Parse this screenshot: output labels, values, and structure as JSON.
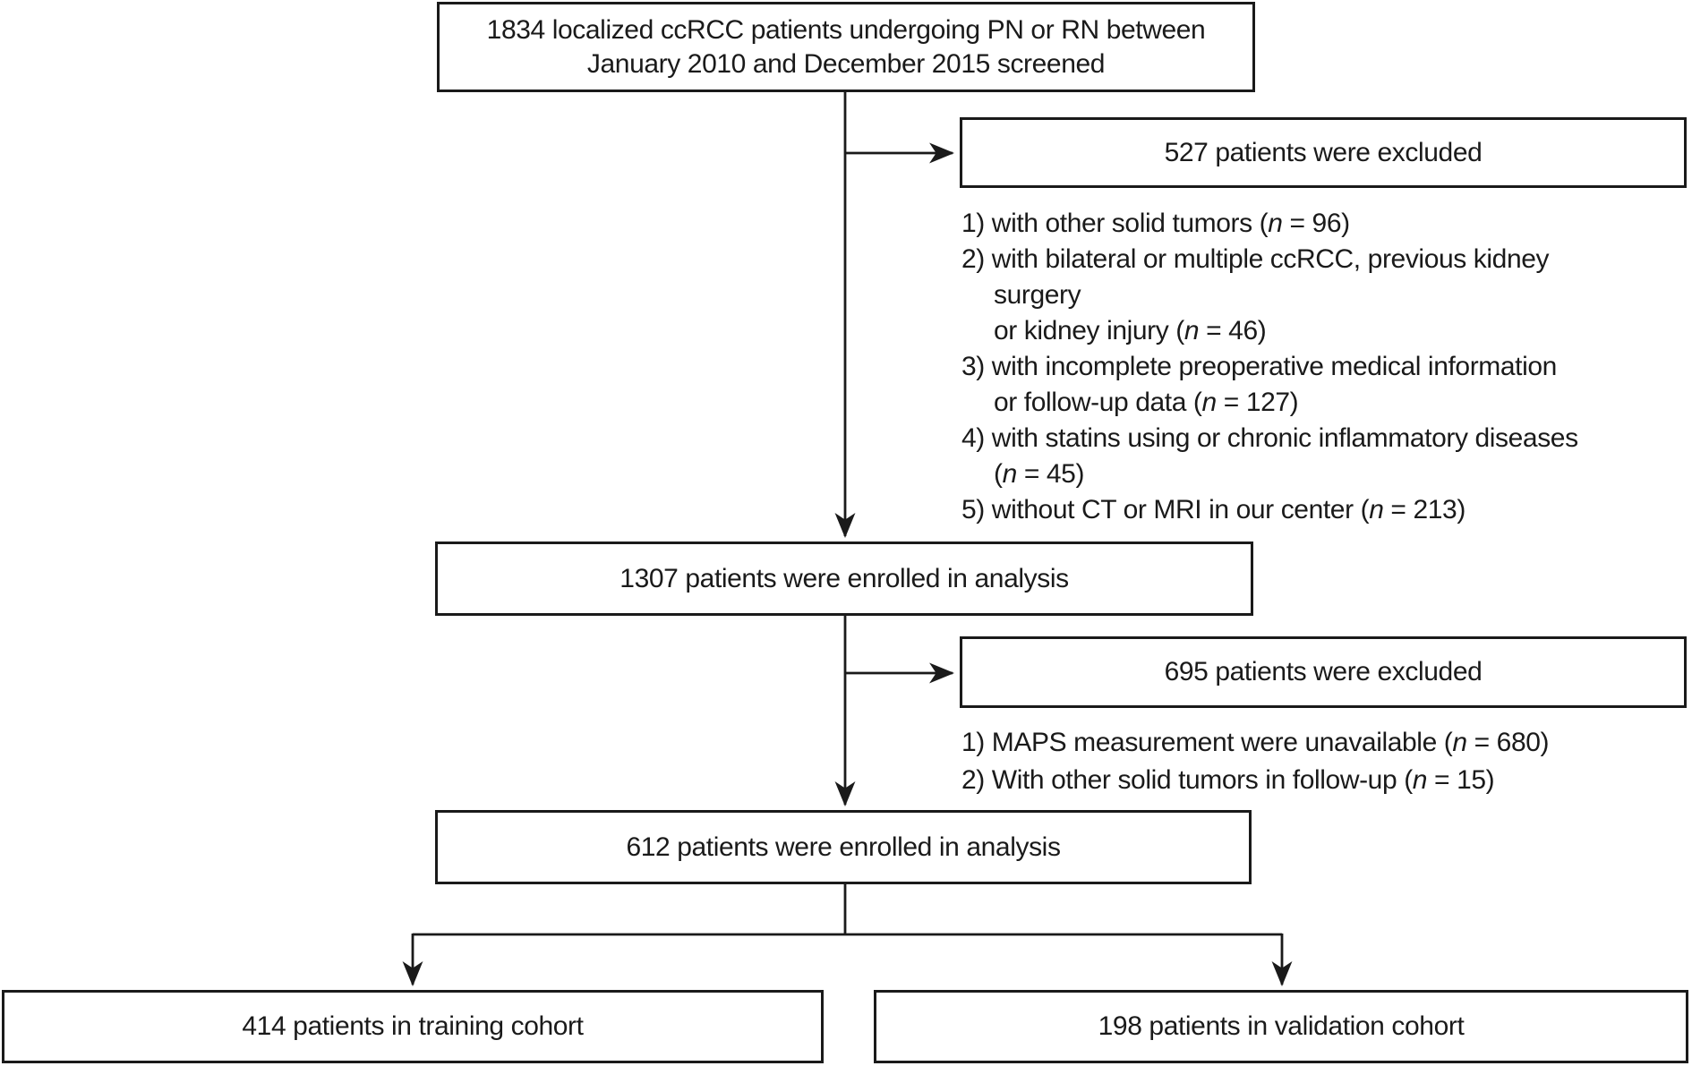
{
  "palette": {
    "ink": "#1a1a1a",
    "background": "#ffffff"
  },
  "flow": {
    "screened": {
      "label": "1834 localized ccRCC patients undergoing PN or RN between January 2010 and December 2015 screened"
    },
    "exclusion1": {
      "box_label": "527 patients were excluded",
      "reason_lines": [
        "1) with other solid tumors (n = 96)",
        "2) with bilateral or multiple ccRCC, previous kidney",
        "surgery",
        "or kidney injury (n = 46)",
        "3) with incomplete preoperative medical information",
        "or follow-up data (n = 127)",
        "4) with statins using or chronic inflammatory diseases",
        "(n = 45)",
        "5) without CT or MRI in our center (n = 213)"
      ]
    },
    "enrolled1": {
      "label": "1307 patients were enrolled in analysis"
    },
    "exclusion2": {
      "box_label": "695 patients were excluded",
      "reason_lines": [
        "1) MAPS measurement were unavailable (n = 680)",
        "2) With other solid tumors in follow-up (n = 15)"
      ]
    },
    "enrolled2": {
      "label": "612 patients were enrolled in analysis"
    },
    "training": {
      "label": "414 patients in training cohort"
    },
    "validation": {
      "label": "198 patients in validation cohort"
    }
  }
}
